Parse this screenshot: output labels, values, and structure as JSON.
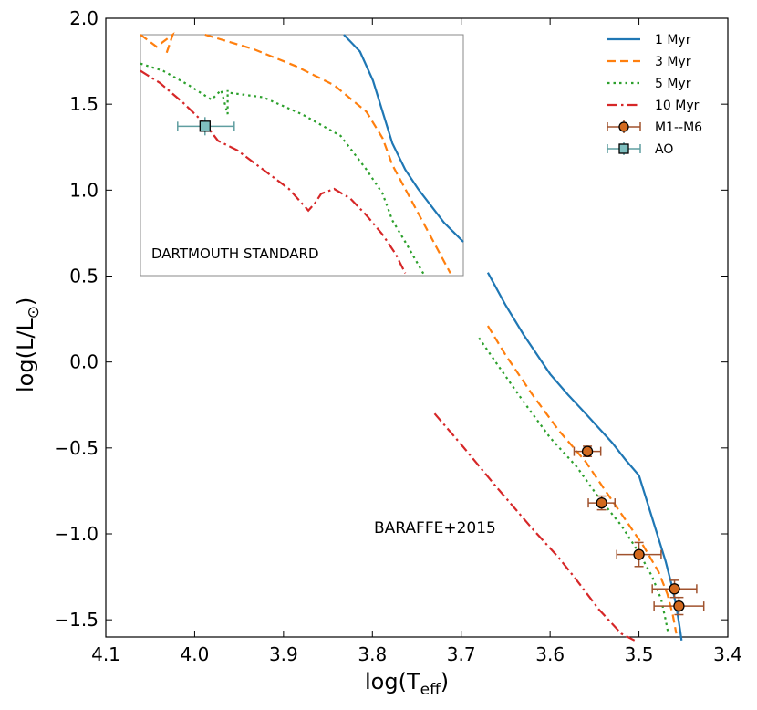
{
  "chart_data": [
    {
      "type": "line",
      "panel": "main",
      "xlabel": "log(T",
      "xlabel_sub": "eff",
      "xlabel_close": ")",
      "ylabel": "log(L/L",
      "ylabel_sun": "⊙",
      "ylabel_close": ")",
      "xlim": [
        4.1,
        3.4
      ],
      "ylim": [
        -1.6,
        2.0
      ],
      "xticks": [
        4.1,
        4.0,
        3.9,
        3.8,
        3.7,
        3.6,
        3.5,
        3.4
      ],
      "xtick_labels": [
        "4.1",
        "4.0",
        "3.9",
        "3.8",
        "3.7",
        "3.6",
        "3.5",
        "3.4"
      ],
      "yticks": [
        -1.5,
        -1.0,
        -0.5,
        0.0,
        0.5,
        1.0,
        1.5,
        2.0
      ],
      "ytick_labels": [
        "−1.5",
        "−1.0",
        "−0.5",
        "0.0",
        "0.5",
        "1.0",
        "1.5",
        "2.0"
      ],
      "annotation": "BARAFFE+2015",
      "legend_position": "top-right",
      "series": [
        {
          "name": "1 Myr",
          "style": "solid",
          "color": "#1f77b4",
          "points": [
            [
              3.67,
              0.52
            ],
            [
              3.65,
              0.33
            ],
            [
              3.63,
              0.16
            ],
            [
              3.6,
              -0.07
            ],
            [
              3.58,
              -0.19
            ],
            [
              3.56,
              -0.3
            ],
            [
              3.53,
              -0.47
            ],
            [
              3.515,
              -0.57
            ],
            [
              3.5,
              -0.66
            ],
            [
              3.485,
              -0.91
            ],
            [
              3.47,
              -1.16
            ],
            [
              3.463,
              -1.3
            ],
            [
              3.458,
              -1.42
            ],
            [
              3.454,
              -1.55
            ],
            [
              3.452,
              -1.62
            ]
          ]
        },
        {
          "name": "3 Myr",
          "style": "dashed",
          "color": "#ff7f0e",
          "points": [
            [
              3.67,
              0.21
            ],
            [
              3.65,
              0.04
            ],
            [
              3.62,
              -0.19
            ],
            [
              3.59,
              -0.4
            ],
            [
              3.56,
              -0.58
            ],
            [
              3.535,
              -0.77
            ],
            [
              3.515,
              -0.92
            ],
            [
              3.495,
              -1.07
            ],
            [
              3.478,
              -1.22
            ],
            [
              3.468,
              -1.35
            ],
            [
              3.462,
              -1.47
            ],
            [
              3.458,
              -1.58
            ]
          ]
        },
        {
          "name": "5 Myr",
          "style": "dotted",
          "color": "#2ca02c",
          "points": [
            [
              3.68,
              0.14
            ],
            [
              3.66,
              -0.01
            ],
            [
              3.63,
              -0.23
            ],
            [
              3.6,
              -0.44
            ],
            [
              3.57,
              -0.61
            ],
            [
              3.545,
              -0.79
            ],
            [
              3.52,
              -0.95
            ],
            [
              3.5,
              -1.11
            ],
            [
              3.485,
              -1.25
            ],
            [
              3.475,
              -1.38
            ],
            [
              3.47,
              -1.5
            ],
            [
              3.467,
              -1.58
            ]
          ]
        },
        {
          "name": "10 Myr",
          "style": "dashdot",
          "color": "#d62728",
          "points": [
            [
              3.73,
              -0.3
            ],
            [
              3.7,
              -0.48
            ],
            [
              3.66,
              -0.73
            ],
            [
              3.62,
              -0.97
            ],
            [
              3.59,
              -1.14
            ],
            [
              3.57,
              -1.27
            ],
            [
              3.545,
              -1.44
            ],
            [
              3.52,
              -1.58
            ],
            [
              3.505,
              -1.62
            ]
          ]
        }
      ],
      "markers": [
        {
          "name": "M1--M6",
          "color": "#a0522d",
          "face": "#d2691e",
          "shape": "circle",
          "points": [
            {
              "x": 3.558,
              "y": -0.52,
              "xerr": 0.015,
              "yerr": 0.03
            },
            {
              "x": 3.542,
              "y": -0.82,
              "xerr": 0.015,
              "yerr": 0.04
            },
            {
              "x": 3.5,
              "y": -1.12,
              "xerr": 0.025,
              "yerr": 0.07
            },
            {
              "x": 3.46,
              "y": -1.32,
              "xerr": 0.025,
              "yerr": 0.05
            },
            {
              "x": 3.455,
              "y": -1.42,
              "xerr": 0.028,
              "yerr": 0.05
            }
          ]
        },
        {
          "name": "AO",
          "color": "#5f9ea0",
          "face": "#7fbfbf",
          "shape": "square",
          "points": []
        }
      ]
    },
    {
      "type": "line",
      "panel": "inset",
      "annotation": "DARTMOUTH STANDARD",
      "series": [
        {
          "name": "1 Myr",
          "style": "solid",
          "color": "#1f77b4",
          "points": [
            [
              0.63,
              0.0
            ],
            [
              0.68,
              0.07
            ],
            [
              0.72,
              0.19
            ],
            [
              0.75,
              0.32
            ],
            [
              0.78,
              0.45
            ],
            [
              0.82,
              0.56
            ],
            [
              0.86,
              0.64
            ],
            [
              0.9,
              0.71
            ],
            [
              0.94,
              0.78
            ],
            [
              1.0,
              0.86
            ]
          ]
        },
        {
          "name": "3 Myr",
          "style": "dashed",
          "color": "#ff7f0e",
          "points": [
            [
              0.0,
              0.0
            ],
            [
              0.05,
              0.05
            ],
            [
              0.1,
              0.0
            ],
            [
              0.08,
              0.08
            ]
          ],
          "points2": [
            [
              0.2,
              0.0
            ],
            [
              0.35,
              0.06
            ],
            [
              0.48,
              0.13
            ],
            [
              0.6,
              0.21
            ],
            [
              0.7,
              0.32
            ],
            [
              0.75,
              0.43
            ],
            [
              0.78,
              0.54
            ],
            [
              0.82,
              0.64
            ],
            [
              0.86,
              0.74
            ],
            [
              0.9,
              0.84
            ],
            [
              0.96,
              0.99
            ]
          ]
        },
        {
          "name": "5 Myr",
          "style": "dotted",
          "color": "#2ca02c",
          "points": [
            [
              0.0,
              0.12
            ],
            [
              0.07,
              0.15
            ],
            [
              0.15,
              0.21
            ],
            [
              0.22,
              0.27
            ],
            [
              0.25,
              0.23
            ],
            [
              0.27,
              0.33
            ],
            [
              0.27,
              0.23
            ],
            [
              0.27,
              0.24
            ],
            [
              0.38,
              0.26
            ],
            [
              0.5,
              0.33
            ],
            [
              0.62,
              0.42
            ],
            [
              0.7,
              0.56
            ],
            [
              0.75,
              0.66
            ],
            [
              0.78,
              0.77
            ],
            [
              0.82,
              0.86
            ],
            [
              0.88,
              1.0
            ]
          ]
        },
        {
          "name": "10 Myr",
          "style": "dashdot",
          "color": "#d62728",
          "points": [
            [
              0.0,
              0.15
            ],
            [
              0.06,
              0.2
            ],
            [
              0.13,
              0.28
            ],
            [
              0.2,
              0.37
            ],
            [
              0.24,
              0.44
            ],
            [
              0.3,
              0.48
            ],
            [
              0.38,
              0.56
            ],
            [
              0.46,
              0.64
            ],
            [
              0.52,
              0.73
            ],
            [
              0.54,
              0.7
            ],
            [
              0.56,
              0.66
            ],
            [
              0.6,
              0.64
            ],
            [
              0.65,
              0.68
            ],
            [
              0.7,
              0.75
            ],
            [
              0.75,
              0.83
            ],
            [
              0.79,
              0.91
            ],
            [
              0.82,
              0.99
            ]
          ]
        }
      ],
      "markers": [
        {
          "name": "AO",
          "color": "#5f9ea0",
          "face": "#7fbfbf",
          "shape": "square",
          "points": [
            {
              "x": 0.2,
              "y": 0.38
            }
          ]
        }
      ]
    }
  ],
  "legend": [
    {
      "label": "1 Myr",
      "type": "line",
      "style": "solid",
      "color": "#1f77b4"
    },
    {
      "label": "3 Myr",
      "type": "line",
      "style": "dashed",
      "color": "#ff7f0e"
    },
    {
      "label": "5 Myr",
      "type": "line",
      "style": "dotted",
      "color": "#2ca02c"
    },
    {
      "label": "10 Myr",
      "type": "line",
      "style": "dashdot",
      "color": "#d62728"
    },
    {
      "label": "M1--M6",
      "type": "marker",
      "shape": "circle",
      "color": "#a0522d",
      "face": "#d2691e"
    },
    {
      "label": "AO",
      "type": "marker",
      "shape": "square",
      "color": "#5f9ea0",
      "face": "#7fbfbf"
    }
  ]
}
